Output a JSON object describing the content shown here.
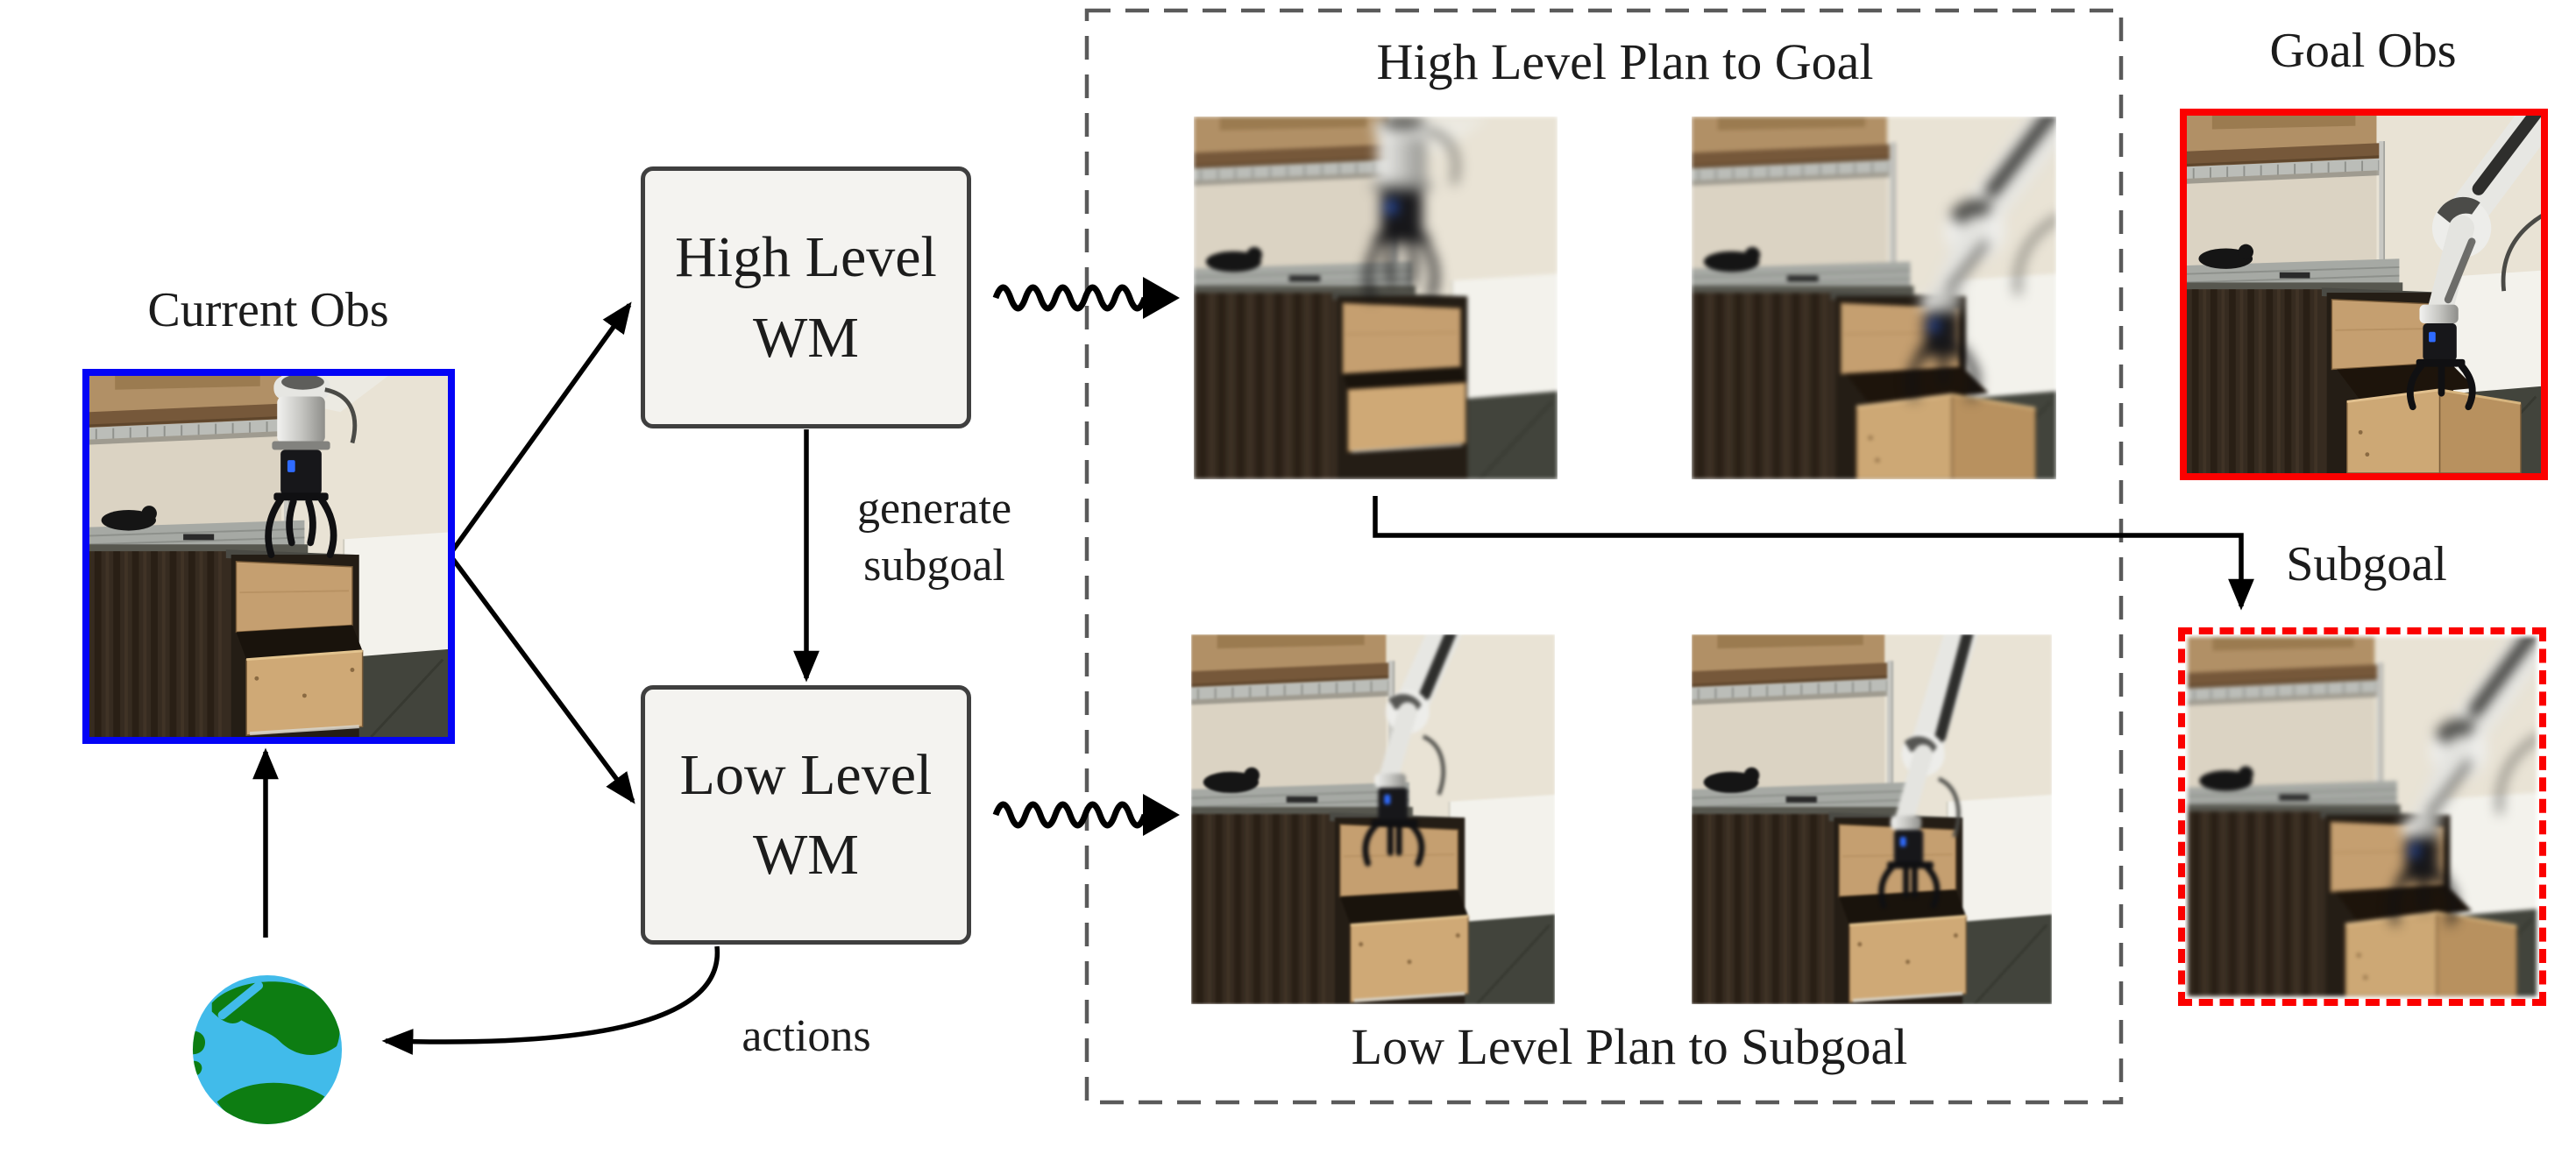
{
  "figure": {
    "labels": {
      "current_obs": "Current Obs",
      "goal_obs": "Goal Obs",
      "subgoal": "Subgoal",
      "hl_plan_title": "High Level Plan to Goal",
      "ll_plan_title": "Low Level Plan to Subgoal",
      "generate_subgoal_line1": "generate",
      "generate_subgoal_line2": "subgoal",
      "actions": "actions"
    },
    "boxes": {
      "high_level_wm": {
        "line1": "High Level",
        "line2": "WM"
      },
      "low_level_wm": {
        "line1": "Low Level",
        "line2": "WM"
      }
    },
    "colors": {
      "current_obs_border": "#0404f6",
      "goal_obs_border": "#fb0100",
      "subgoal_border": "#fb0100",
      "dashed_region_border": "#5a5a5a",
      "wm_box_fill": "#f4f3f0",
      "wm_box_border": "#3f3f3f",
      "arrow": "#000000",
      "earth_ocean": "#41bbea",
      "earth_land": "#0d7d12"
    },
    "icons": {
      "earth": "earth-globe-icon",
      "wavy_arrow": "wavy-rollout-arrow-icon"
    }
  }
}
